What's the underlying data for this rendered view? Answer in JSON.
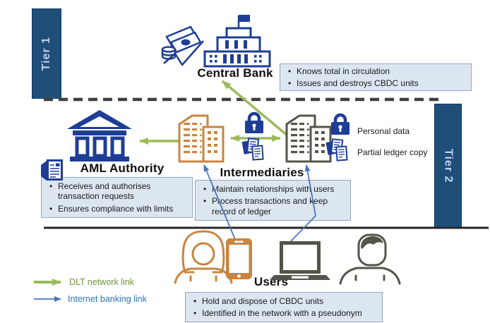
{
  "colors": {
    "tier_bar": "#1F4E79",
    "tier_text": "#BDD3EE",
    "navy_icon": "#1E3D96",
    "dlt_green": "#9BBB59",
    "dlt_legend_text": "#76933C",
    "internet_blue": "#4A77BC",
    "internet_legend_text": "#2E74B5",
    "orange_icon": "#C9843F",
    "gray_icon": "#54544A",
    "note_box_bg": "#DCE6F1",
    "note_box_border": "#93A5BB",
    "separator_line": "#3F3F3F"
  },
  "tiers": {
    "tier1": "Tier 1",
    "tier2": "Tier 2"
  },
  "nodes": {
    "central_bank": {
      "label": "Central Bank",
      "notes": [
        "Knows total in circulation",
        "Issues and destroys CBDC units"
      ]
    },
    "aml_authority": {
      "label": "AML Authority",
      "notes": [
        "Receives and authorises transaction requests",
        "Ensures compliance with limits"
      ]
    },
    "intermediaries": {
      "label": "Intermediaries",
      "notes": [
        "Maintain relationships with users",
        "Process transactions and keep record of ledger"
      ]
    },
    "users": {
      "label": "Users",
      "notes": [
        "Hold and dispose of CBDC units",
        "Identified in the network with a pseudonym"
      ]
    }
  },
  "annotations": {
    "personal_data": "Personal data",
    "partial_ledger_copy": "Partial ledger copy"
  },
  "legend": {
    "dlt": {
      "label": "DLT network link"
    },
    "internet": {
      "label": "Internet banking link"
    }
  },
  "icons": {
    "central-bank-building-icon": "government building with flag",
    "money-icon": "banknotes and coin stack",
    "aml-bank-icon": "classical bank building with columns",
    "aml-document-icon": "regulation document",
    "intermediary-buildings-orange-icon": "pair of office towers (orange)",
    "intermediary-buildings-gray-icon": "pair of office towers (gray)",
    "lock-icon": "padlock (personal data)",
    "ledger-documents-icon": "stacked ledger papers",
    "woman-icon": "female user outline",
    "smartphone-icon": "smartphone",
    "laptop-icon": "laptop computer",
    "man-icon": "male user outline"
  }
}
